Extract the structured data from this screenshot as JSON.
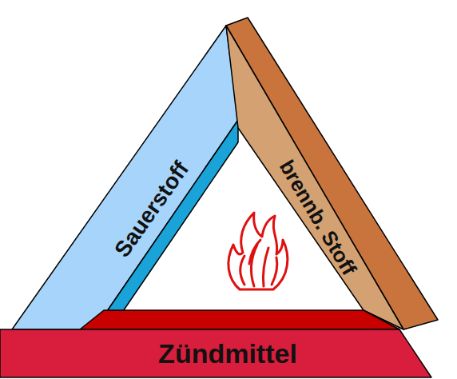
{
  "diagram": {
    "nodes": [
      {
        "text": [
          "Sauerstoff"
        ]
      },
      {
        "text": [
          "brennb. Stoff"
        ]
      },
      {
        "text": [
          "Zündmittel"
        ]
      }
    ]
  }
}
